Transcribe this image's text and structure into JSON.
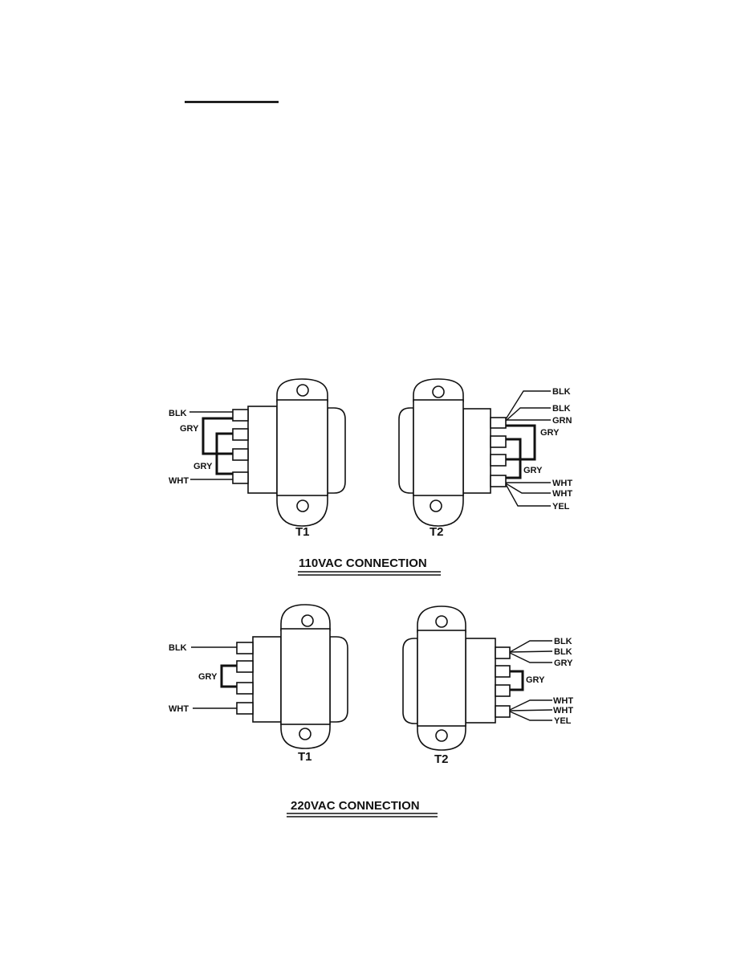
{
  "diagrams": [
    {
      "title": "110VAC CONNECTION",
      "t1": {
        "name": "T1",
        "labels": [
          "BLK",
          "GRY",
          "GRY",
          "WHT"
        ]
      },
      "t2": {
        "name": "T2",
        "labels": [
          "BLK",
          "BLK",
          "GRN",
          "GRY",
          "GRY",
          "WHT",
          "WHT",
          "YEL"
        ]
      }
    },
    {
      "title": "220VAC CONNECTION",
      "t1": {
        "name": "T1",
        "labels": [
          "BLK",
          "GRY",
          "WHT"
        ]
      },
      "t2": {
        "name": "T2",
        "labels": [
          "BLK",
          "BLK",
          "GRY",
          "GRY",
          "WHT",
          "WHT",
          "YEL"
        ]
      }
    }
  ]
}
